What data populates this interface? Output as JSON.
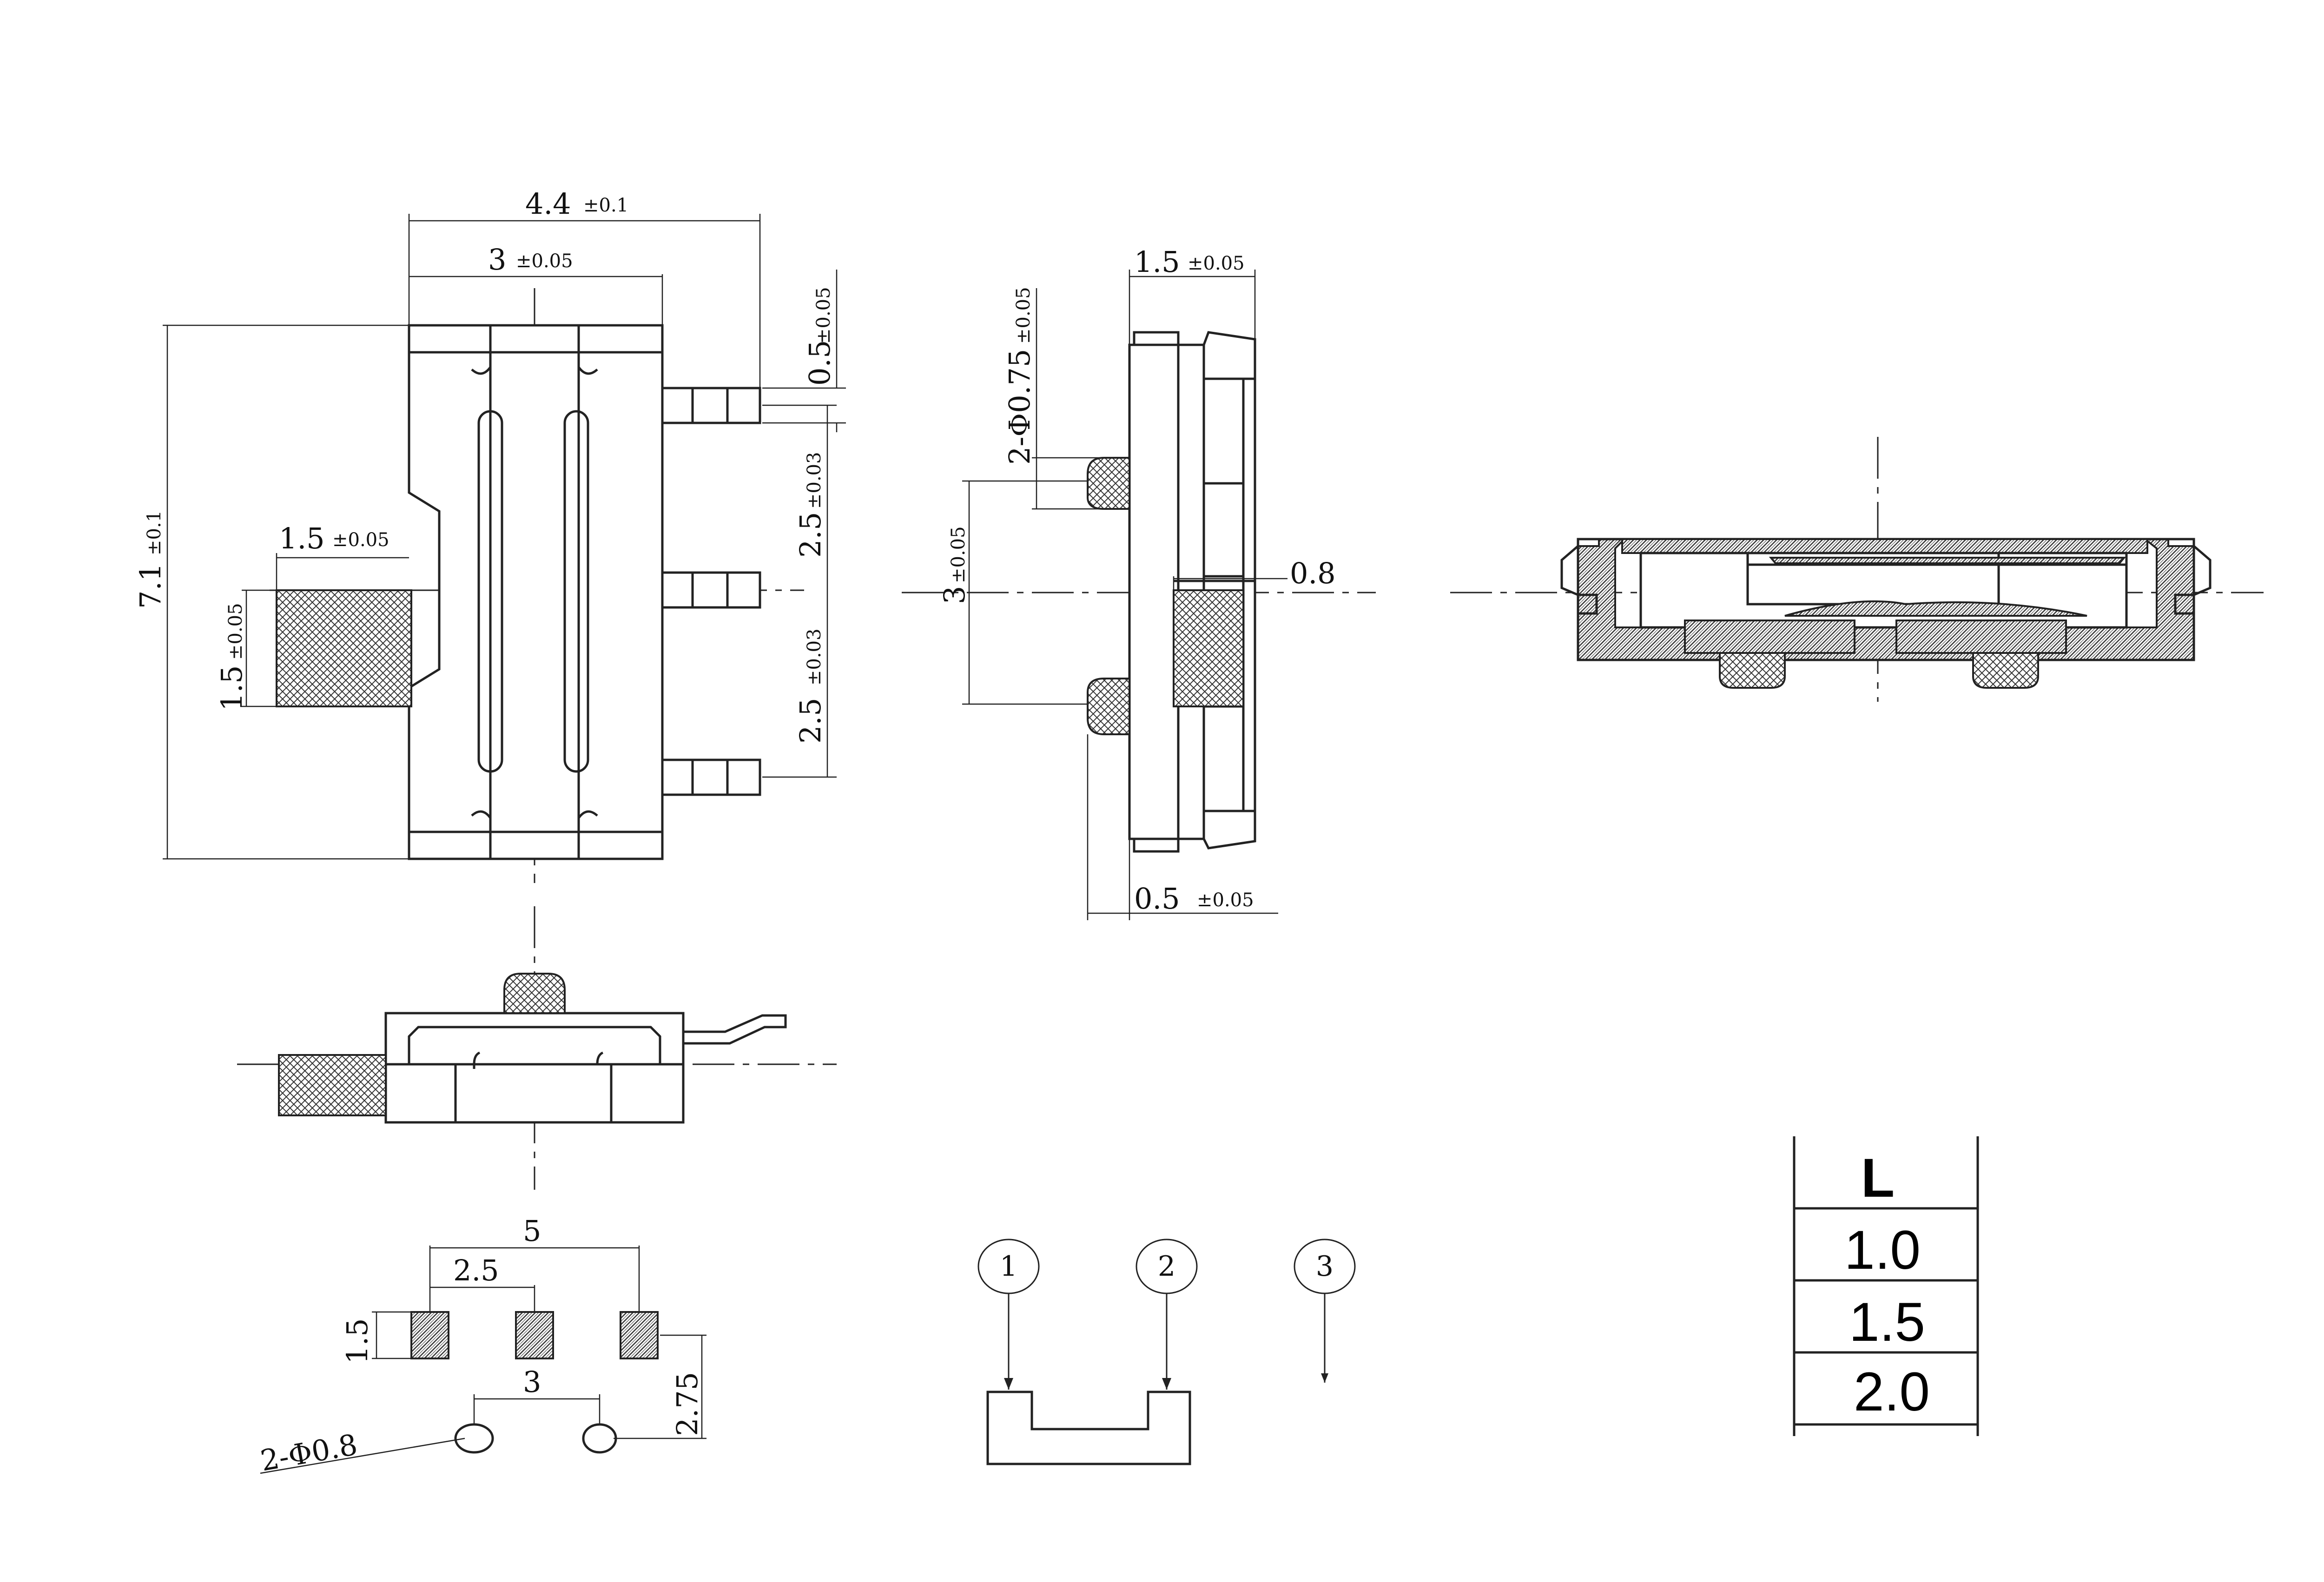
{
  "top_view": {
    "dim_width_total": "4.4",
    "dim_width_total_tol": "±0.1",
    "dim_width_body": "3",
    "dim_width_body_tol": "±0.05",
    "dim_height": "7.1",
    "dim_height_tol": "±0.1",
    "dim_lead_width": "0.5",
    "dim_lead_width_tol": "±0.05",
    "dim_pitch_upper": "2.5",
    "dim_pitch_upper_tol": "±0.03",
    "dim_pitch_lower": "2.5",
    "dim_pitch_lower_tol": "±0.03",
    "dim_actuator_length": "1.5",
    "dim_actuator_length_tol": "±0.05",
    "dim_actuator_width": "1.5",
    "dim_actuator_width_tol": "±0.05"
  },
  "side_view": {
    "dim_thickness": "1.5",
    "dim_thickness_tol": "±0.05",
    "dim_post_diameter": "2-Φ0.75",
    "dim_post_diameter_tol": "±0.05",
    "dim_post_pitch": "3",
    "dim_post_pitch_tol": "±0.05",
    "dim_actuator_protrusion": "0.8",
    "dim_base_offset": "0.5",
    "dim_base_offset_tol": "±0.05"
  },
  "footprint": {
    "dim_pad_span": "5",
    "dim_pad_pitch": "2.5",
    "dim_pad_size": "1.5",
    "dim_hole_pitch": "3",
    "dim_hole_offset": "2.75",
    "dim_hole_diameter": "2-Φ0.8"
  },
  "schematic": {
    "pins": [
      "1",
      "2",
      "3"
    ]
  },
  "length_table": {
    "header": "L",
    "rows": [
      "1.0",
      "1.5",
      "2.0"
    ]
  }
}
